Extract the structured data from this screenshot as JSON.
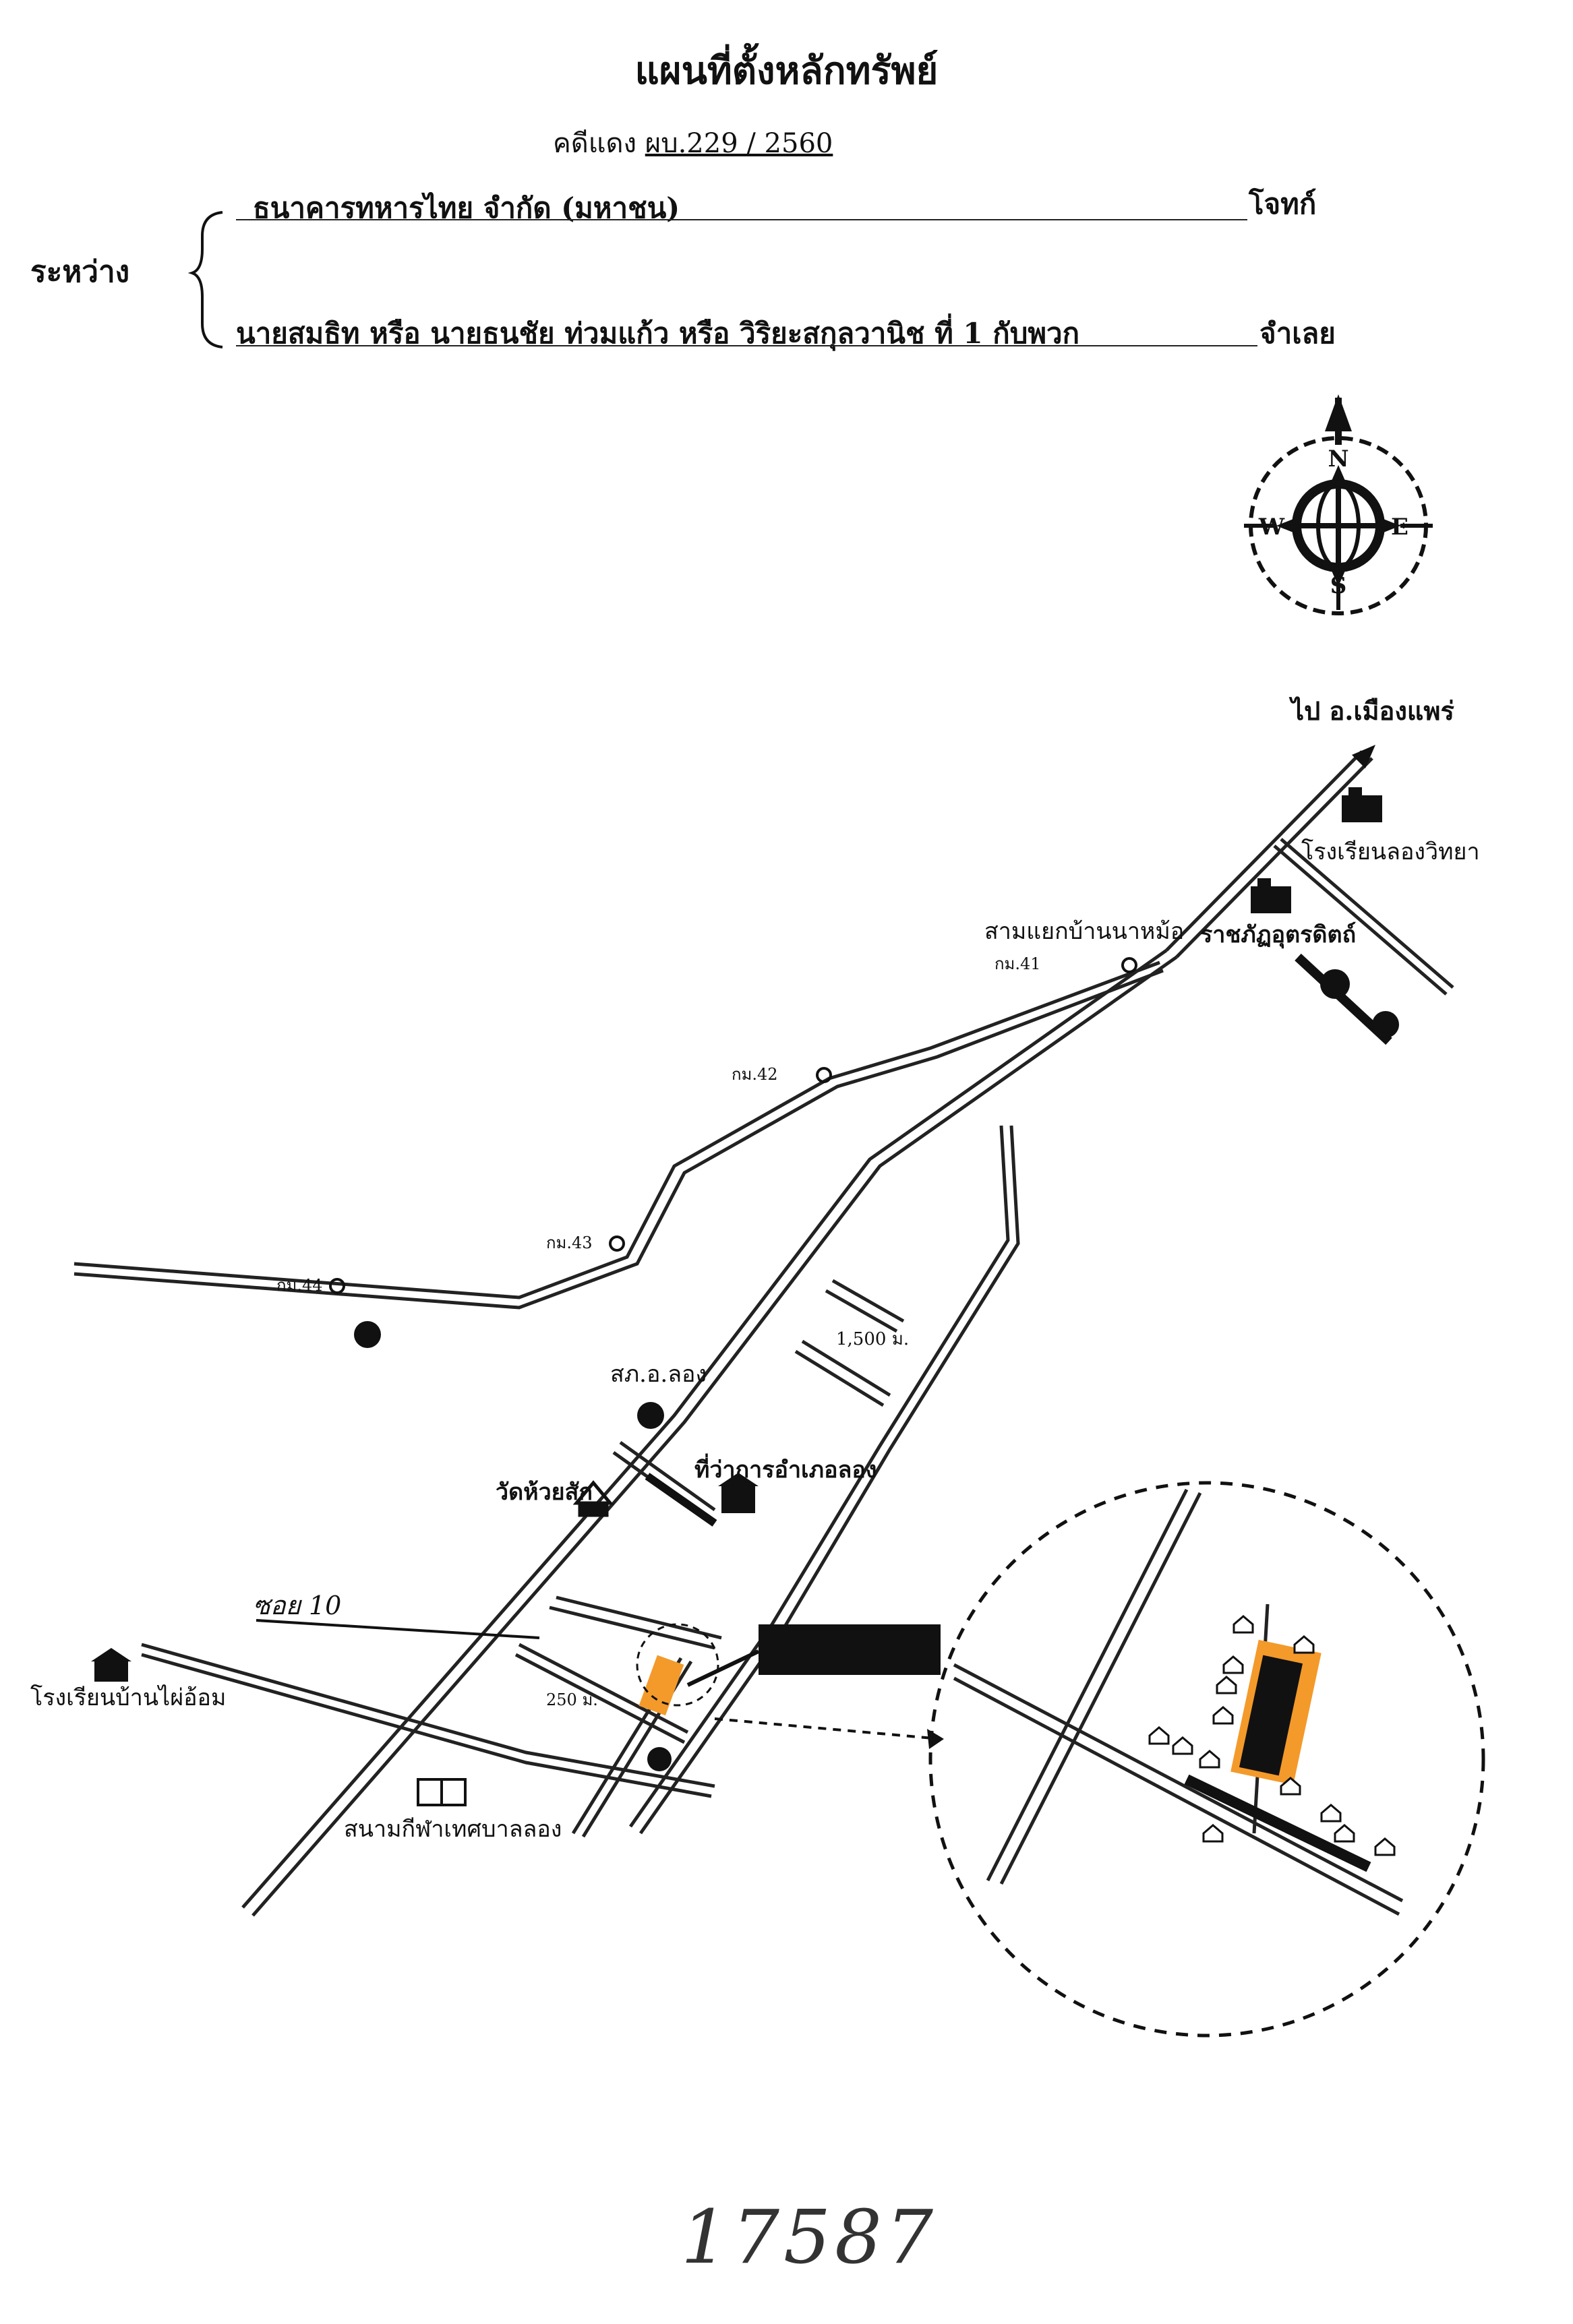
{
  "header": {
    "title": "แผนที่ตั้งหลักทรัพย์",
    "case_prefix": "คดีแดง",
    "case_number": "ผบ.229 / 2560",
    "between_label": "ระหว่าง",
    "plaintiff": "ธนาคารทหารไทย จำกัด (มหาชน)",
    "plaintiff_role": "โจทก์",
    "defendant": "นายสมธิท หรือ นายธนชัย   ท่วมแก้ว หรือ วิริยะสกุลวานิช   ที่ 1 กับพวก",
    "defendant_role": "จำเลย"
  },
  "compass": {
    "n": "N",
    "s": "S",
    "e": "E",
    "w": "W"
  },
  "map": {
    "labels": {
      "to_city": "ไป อ.เมืองแพร่",
      "school_long": "โรงเรียนลองวิทยา",
      "junction": "สามแยกบ้านนาหม้อ",
      "rajabhat": "ราชภัฏอุตรดิตถ์",
      "km41": "กม.41",
      "km42": "กม.42",
      "km43": "กม.43",
      "km44": "กม.44",
      "dist_1500": "1,500 ม.",
      "police": "สภ.อ.ลอง",
      "district_office": "ที่ว่าการอำเภอลอง",
      "temple": "วัดห้วยสัก",
      "soi10": "ซอย 10",
      "school_phai": "โรงเรียนบ้านไผ่อ้อม",
      "dist_250": "250 ม.",
      "stadium": "สนามกีฬาเทศบาลลอง"
    }
  },
  "handwritten_number": "17587"
}
